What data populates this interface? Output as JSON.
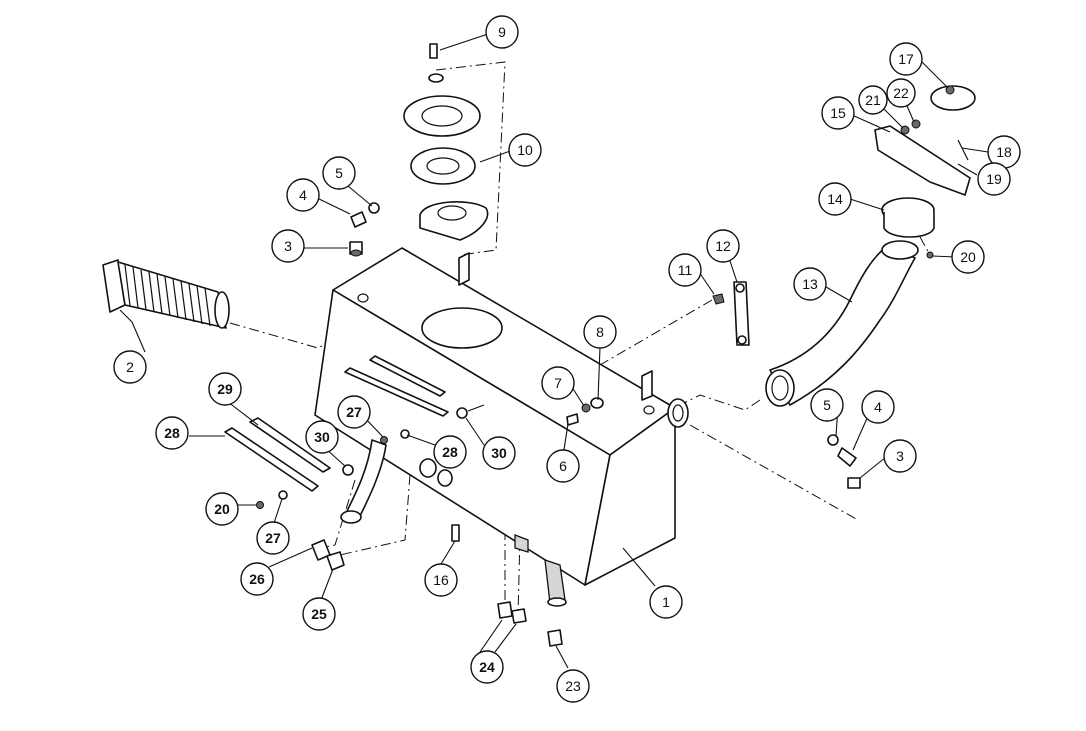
{
  "figure": {
    "callouts": [
      {
        "id": "c1",
        "label": "1"
      },
      {
        "id": "c2",
        "label": "2"
      },
      {
        "id": "c3a",
        "label": "3"
      },
      {
        "id": "c3b",
        "label": "3"
      },
      {
        "id": "c4a",
        "label": "4"
      },
      {
        "id": "c4b",
        "label": "4"
      },
      {
        "id": "c5a",
        "label": "5"
      },
      {
        "id": "c5b",
        "label": "5"
      },
      {
        "id": "c6",
        "label": "6"
      },
      {
        "id": "c7",
        "label": "7"
      },
      {
        "id": "c8",
        "label": "8"
      },
      {
        "id": "c9",
        "label": "9"
      },
      {
        "id": "c10",
        "label": "10"
      },
      {
        "id": "c11",
        "label": "11"
      },
      {
        "id": "c12",
        "label": "12"
      },
      {
        "id": "c13",
        "label": "13"
      },
      {
        "id": "c14",
        "label": "14"
      },
      {
        "id": "c15",
        "label": "15"
      },
      {
        "id": "c16",
        "label": "16"
      },
      {
        "id": "c17",
        "label": "17"
      },
      {
        "id": "c18",
        "label": "18"
      },
      {
        "id": "c19",
        "label": "19"
      },
      {
        "id": "c20a",
        "label": "20"
      },
      {
        "id": "c20b",
        "label": "20"
      },
      {
        "id": "c21",
        "label": "21"
      },
      {
        "id": "c22",
        "label": "22"
      },
      {
        "id": "c23",
        "label": "23"
      },
      {
        "id": "c24",
        "label": "24"
      },
      {
        "id": "c25",
        "label": "25"
      },
      {
        "id": "c26",
        "label": "26"
      },
      {
        "id": "c27a",
        "label": "27"
      },
      {
        "id": "c27b",
        "label": "27"
      },
      {
        "id": "c28a",
        "label": "28"
      },
      {
        "id": "c28b",
        "label": "28"
      },
      {
        "id": "c29",
        "label": "29"
      },
      {
        "id": "c30a",
        "label": "30"
      },
      {
        "id": "c30b",
        "label": "30"
      }
    ]
  }
}
